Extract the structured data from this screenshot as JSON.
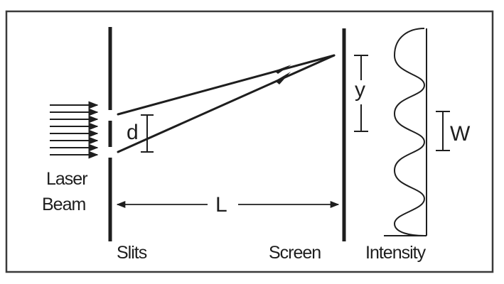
{
  "diagram": {
    "labels": {
      "laser_line1": "Laser",
      "laser_line2": "Beam",
      "slits": "Slits",
      "screen": "Screen",
      "intensity": "Intensity",
      "d": "d",
      "y": "y",
      "w": "W",
      "l": "L"
    },
    "colors": {
      "ink": "#1e1e1e",
      "frame": "#3a3a3a",
      "background": "#ffffff"
    }
  }
}
